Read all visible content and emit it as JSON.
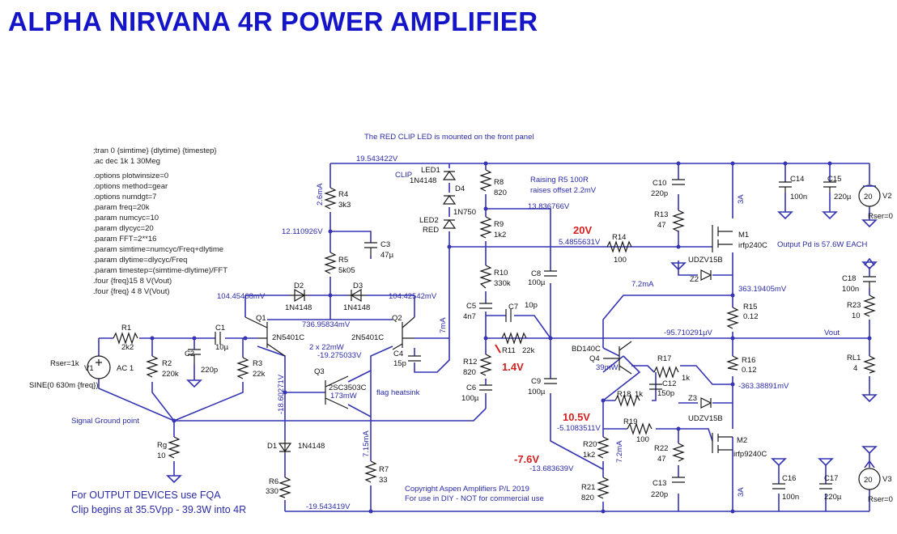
{
  "title": "ALPHA NIRVANA 4R POWER AMPLIFIER",
  "spice_directives": [
    ";tran 0 {simtime} {dlytime} {timestep}",
    ".ac dec 1k 1 30Meg",
    ".options plotwinsize=0",
    ".options method=gear",
    ".options numdgt=7",
    ".param freq=20k",
    ".param numcyc=10",
    ".param dlycyc=20",
    ".param FFT=2**16",
    ".param simtime=numcyc/Freq+dlytime",
    ".param dlytime=dlycyc/Freq",
    ".param timestep=(simtime-dlytime)/FFT",
    ".four {freq}15 8 V(Vout)",
    ".four {freq} 4 8 V(Vout)"
  ],
  "notes": {
    "red_clip": "The RED CLIP LED is mounted on the front panel",
    "raising_r5_1": "Raising  R5 100R",
    "raising_r5_2": "raises offset 2.2mV",
    "output_pd": "Output Pd is 57.6W EACH",
    "output_devices": "For OUTPUT DEVICES use FQA",
    "clip_begins": "Clip begins at 35.5Vpp - 39.3W into 4R",
    "copyright1": "Copyright Aspen Amplifiers P/L   2019",
    "copyright2": "For use in DIY - NOT for commercial use",
    "signal_ground": "Signal Ground point",
    "flag_heatsink": "flag heatsink",
    "clip": "CLIP",
    "vout": "Vout"
  },
  "voltages": {
    "rail_pos": "19.543422V",
    "rail_neg": "-19.543419V",
    "n_12_11": "12.110926V",
    "n_104_45": "104.45468mV",
    "n_104_42": "104.42542mV",
    "n_736": "736.95834mV",
    "n_19_27": "-19.275033V",
    "n_18_60": "-18.60271V",
    "n_13_83": "13.836766V",
    "n_5_48": "5.4855631V",
    "n_363_19": "363.19405mV",
    "n_95_71": "-95.710291µV",
    "n_363_38": "-363.38891mV",
    "n_5_10": "-5.1083511V",
    "n_13_68": "-13.683639V"
  },
  "currents": {
    "i_2_6": "2.6mA",
    "i_7": "7mA",
    "i_7_15": "7.15mA",
    "i_7_2a": "7.2mA",
    "i_7_2b": "7.2mA",
    "i_3a_top": "3A",
    "i_3a_bot": "3A",
    "p_22mw": "2 x 22mW",
    "p_173mw": "173mW",
    "p_39mw": "39mW"
  },
  "annotations_red": {
    "v20": "20V",
    "v1_4": "1.4V",
    "v10_5": "10.5V",
    "vm7_6": "-7.6V"
  },
  "components": {
    "R1": [
      "R1",
      "2k2"
    ],
    "R2": [
      "R2",
      "220k"
    ],
    "R3": [
      "R3",
      "22k"
    ],
    "R4": [
      "R4",
      "3k3"
    ],
    "R5": [
      "R5",
      "5k05"
    ],
    "R6": [
      "R6",
      "330"
    ],
    "R7": [
      "R7",
      "33"
    ],
    "R8": [
      "R8",
      "820"
    ],
    "R9": [
      "R9",
      "1k2"
    ],
    "R10": [
      "R10",
      "330k"
    ],
    "R11": [
      "R11",
      "22k"
    ],
    "R12": [
      "R12",
      "820"
    ],
    "R13": [
      "R13",
      "47"
    ],
    "R14": [
      "R14",
      "100"
    ],
    "R15": [
      "R15",
      "0.12"
    ],
    "R16": [
      "R16",
      "0.12"
    ],
    "R17": [
      "R17",
      "1k"
    ],
    "R18": [
      "R18",
      "1k"
    ],
    "R19": [
      "R19",
      "100"
    ],
    "R20": [
      "R20",
      "1k2"
    ],
    "R21": [
      "R21",
      "820"
    ],
    "R22": [
      "R22",
      "47"
    ],
    "R23": [
      "R23",
      "10"
    ],
    "RL1": [
      "RL1",
      "4"
    ],
    "Rg": [
      "Rg",
      "10"
    ],
    "C1": [
      "C1",
      "10µ"
    ],
    "C2": [
      "C2",
      "220p"
    ],
    "C3": [
      "C3",
      "47µ"
    ],
    "C4": [
      "C4",
      "15p"
    ],
    "C5": [
      "C5",
      "4n7"
    ],
    "C6": [
      "C6",
      "100µ"
    ],
    "C7": [
      "C7",
      "10p"
    ],
    "C8": [
      "C8",
      "100µ"
    ],
    "C9": [
      "C9",
      "100µ"
    ],
    "C10": [
      "C10",
      "220p"
    ],
    "C12": [
      "C12",
      "150p"
    ],
    "C13": [
      "C13",
      "220p"
    ],
    "C14": [
      "C14",
      "100n"
    ],
    "C15": [
      "C15",
      "220µ"
    ],
    "C16": [
      "C16",
      "100n"
    ],
    "C17": [
      "C17",
      "220µ"
    ],
    "C18": [
      "C18",
      "100n"
    ],
    "D1": [
      "D1",
      "1N4148"
    ],
    "D2": [
      "D2",
      "1N4148"
    ],
    "D3": [
      "D3",
      "1N4148"
    ],
    "D4": [
      "D4",
      "1N750"
    ],
    "LED1": [
      "LED1",
      "1N4148"
    ],
    "LED2": [
      "LED2",
      "RED"
    ],
    "Z2": [
      "Z2",
      "UDZV15B"
    ],
    "Z3": [
      "Z3",
      "UDZV15B"
    ],
    "Q1": [
      "Q1",
      "2N5401C"
    ],
    "Q2": [
      "Q2",
      "2N5401C"
    ],
    "Q3": [
      "Q3",
      "2SC3503C"
    ],
    "Q4": [
      "Q4",
      "BD140C"
    ],
    "M1": [
      "M1",
      "irfp240C"
    ],
    "M2": [
      "M2",
      "irfp9240C"
    ],
    "V1": [
      "V1",
      "AC 1"
    ],
    "V2": [
      "V2",
      "20"
    ],
    "V3": [
      "V3",
      "20"
    ]
  },
  "source_extra": {
    "rser_v1": "Rser=1k",
    "sine": "SINE(0 630m {freq})",
    "rser_v2": "Rser=0",
    "rser_v3": "Rser=0"
  }
}
